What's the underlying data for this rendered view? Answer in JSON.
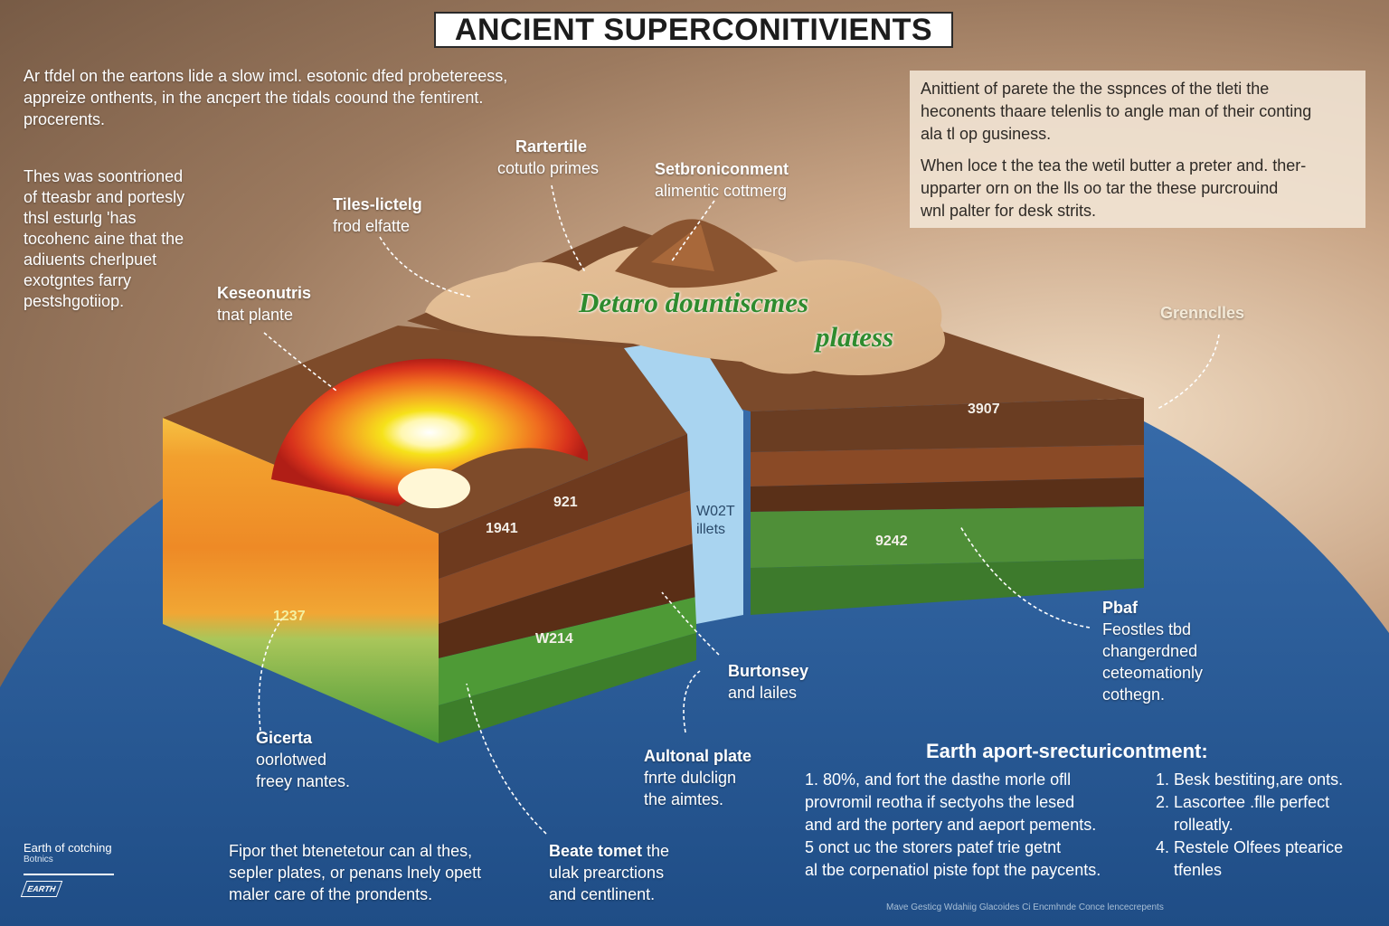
{
  "title": "ANCIENT SUPERCONITIVIENTS",
  "intro": {
    "line1": "Ar tfdel on the eartons lide a slow imcl. esotonic dfed probetereess,",
    "line2": "appreize onthents, in the ancpert the tidals coound the fentirent.",
    "line3": "procerents."
  },
  "left_note": [
    "Thes was soontrioned",
    "of tteasbr and portesly",
    "thsl esturlg 'has",
    "tocohenc aine that the",
    "adiuents cherlpuet",
    "exotgntes farry",
    "pestshgotiiop."
  ],
  "info_box": {
    "para1": [
      "Anittient of parete the the sspnces of the tleti the",
      "heconents thaare telenlis to angle man of their conting",
      "ala tl op gusiness."
    ],
    "para2": [
      "When loce t the tea the wetil butter a preter and. ther-",
      "upparter orn on the lls oo tar the these purcrouind",
      "wnl palter for desk strits."
    ]
  },
  "labels": {
    "rartertile": {
      "title": "Rartertile",
      "sub": "cotutlo primes"
    },
    "setbron": {
      "title": "Setbroniconment",
      "sub": "alimentic cottmerg"
    },
    "tiles": {
      "title": "Tiles-lictelg",
      "sub": "frod elfatte"
    },
    "keseonutris": {
      "title": "Keseonutris",
      "sub": "tnat plante"
    },
    "grennclles": {
      "title": "Grennclles"
    },
    "pbaf": {
      "title": "Pbaf",
      "lines": [
        "Feostles tbd",
        "changerdned",
        "ceteomationly",
        "cothegn."
      ]
    },
    "burtonsey": {
      "title": "Burtonsey",
      "sub": "and lailes"
    },
    "gicerta": {
      "title": "Gicerta",
      "lines": [
        "oorlotwed",
        "freey nantes."
      ]
    },
    "autonal": {
      "title": "Aultonal plate",
      "lines": [
        "fnrte dulclign",
        "the aimtes."
      ]
    }
  },
  "center_text": {
    "line1": "Detaro dountiscmes",
    "line2": "platess"
  },
  "plate_values": {
    "v1": "3907",
    "v2": "921",
    "v3": "1941",
    "v4": "W02T",
    "v5": "illets",
    "v6": "9242",
    "v7": "1237",
    "v8": "W214"
  },
  "bottom_left_text": [
    "Fipor thet btenetetour can al thes,",
    "sepler plates, or penans lnely opett",
    "maler care of the prondents."
  ],
  "bottom_mid_text": {
    "title": "Beate tomet",
    "lines": [
      "the",
      "ulak prearctions",
      "and centlinent."
    ]
  },
  "earth_section": {
    "heading": "Earth aport-srecturicontment:",
    "left_lines": [
      "1. 80%, and fort the dasthe morle ofll",
      "provromil reotha if sectyohs the lesed",
      "and ard the portery and aeport pements.",
      "5 onct uc the storers patef trie getnt",
      "al tbe corpenatiol piste fopt the paycents."
    ],
    "right_items": [
      "1. Besk bestiting,are onts.",
      "2. Lascortee .flle perfect",
      "rolleatly.",
      "4. Restele Olfees ptearice",
      "tfenles"
    ]
  },
  "brand": {
    "line1": "Earth of cotching",
    "line2": "Botnics",
    "logo": "EARTH"
  },
  "footer": "Mave Gesticg Wdahiig Glacoides Ci Encmhnde Conce lencecrepents",
  "colors": {
    "ocean": "#2d5f9a",
    "crust_top": "#7a4a2a",
    "green_band": "#4e9a3a",
    "accent_green": "#2e8b2e"
  }
}
